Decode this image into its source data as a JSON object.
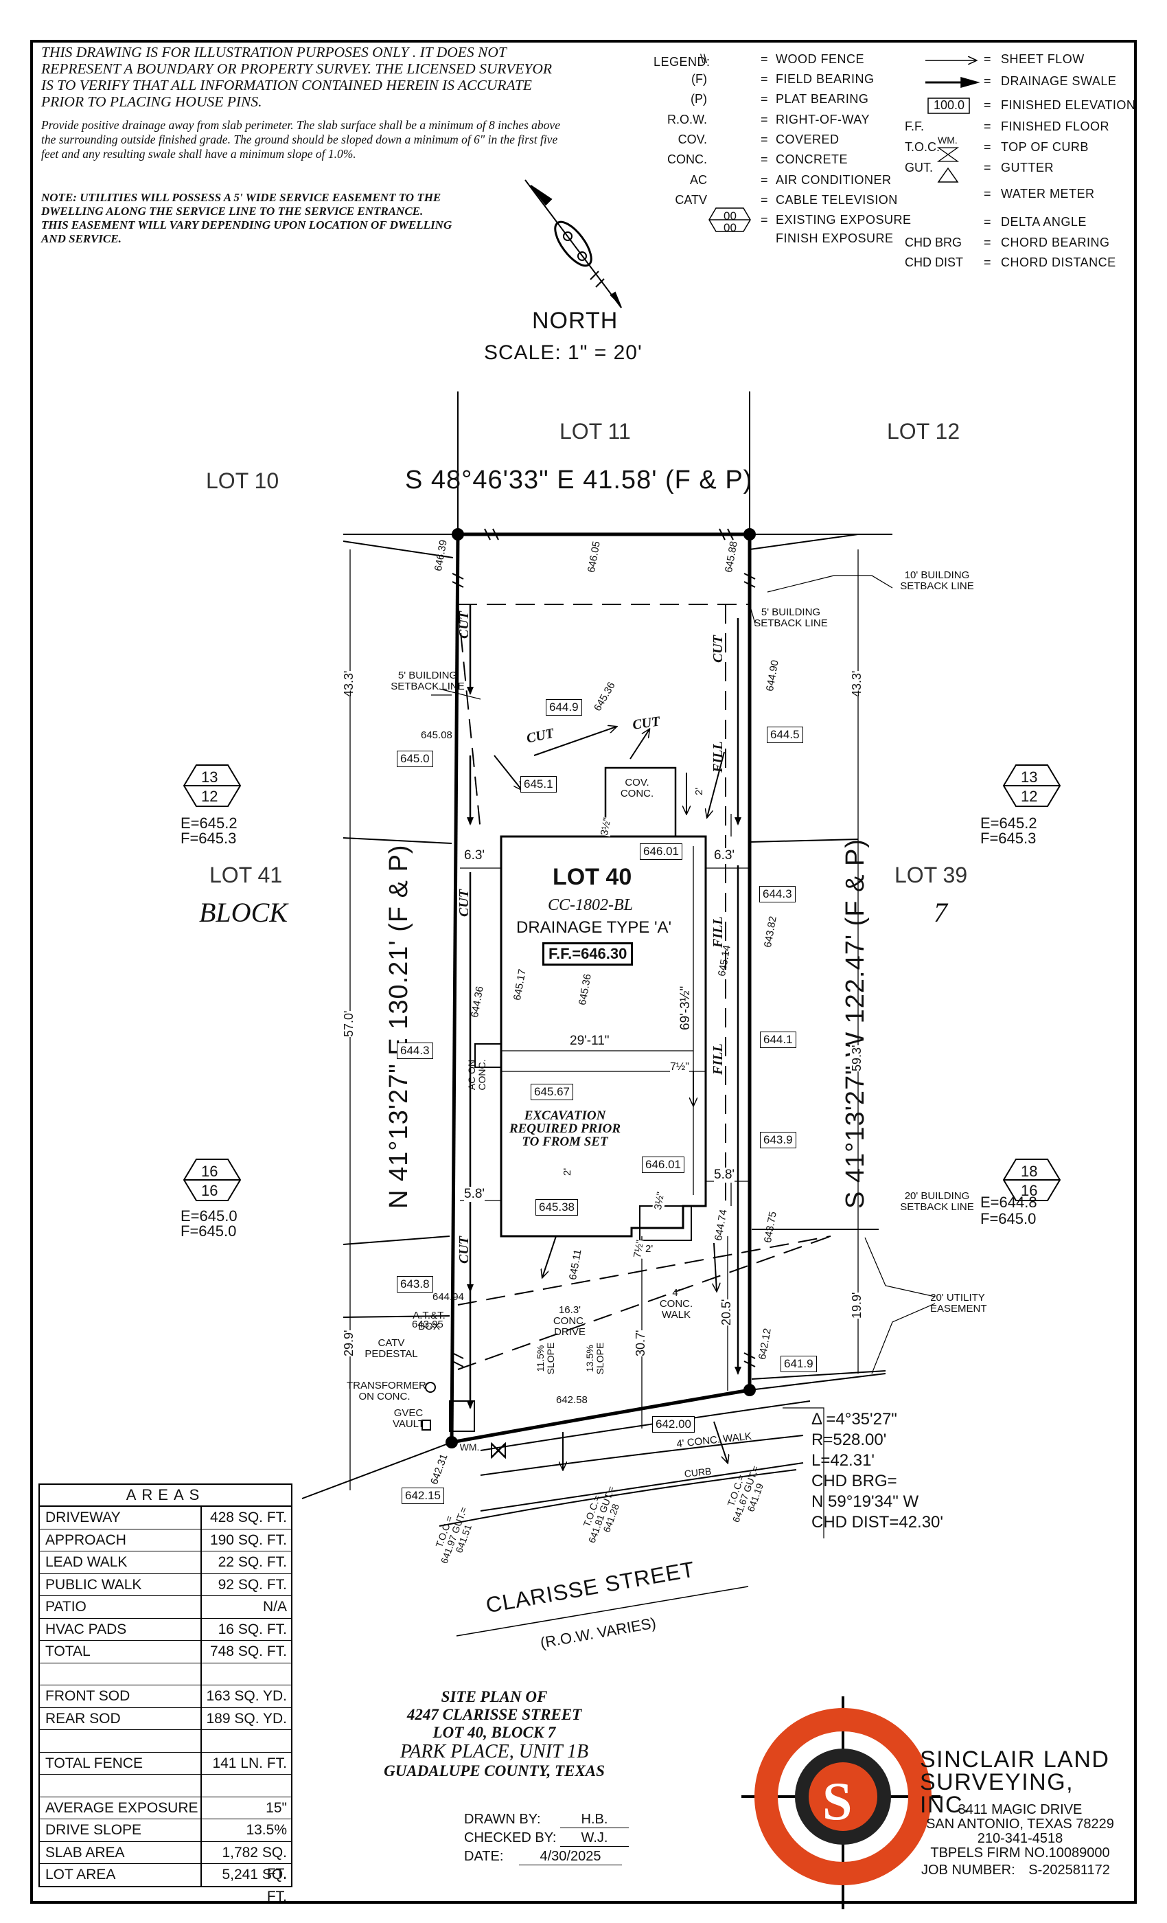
{
  "notes": {
    "disclaimer": "THIS DRAWING IS FOR ILLUSTRATION PURPOSES ONLY . IT DOES NOT REPRESENT A BOUNDARY OR PROPERTY SURVEY. THE LICENSED SURVEYOR IS TO VERIFY THAT ALL INFORMATION CONTAINED HEREIN IS ACCURATE PRIOR TO PLACING HOUSE PINS.",
    "drainage": "Provide positive drainage away from slab perimeter. The slab surface shall be a minimum of 8 inches above the surrounding outside finished grade. The ground should be sloped down a minimum of 6\" in the first five feet and any resulting swale shall have a minimum slope of 1.0%.",
    "utility": "NOTE: UTILITIES WILL POSSESS A 5' WIDE SERVICE EASEMENT TO THE DWELLING ALONG THE SERVICE LINE TO THE SERVICE ENTRANCE. THIS EASEMENT WILL VARY DEPENDING UPON LOCATION OF DWELLING AND SERVICE."
  },
  "legend": {
    "title": "LEGEND:",
    "left": [
      {
        "key": "\\\\",
        "desc": "WOOD FENCE"
      },
      {
        "key": "(F)",
        "desc": "FIELD BEARING"
      },
      {
        "key": "(P)",
        "desc": "PLAT BEARING"
      },
      {
        "key": "R.O.W.",
        "desc": "RIGHT-OF-WAY"
      },
      {
        "key": "COV.",
        "desc": "COVERED"
      },
      {
        "key": "CONC.",
        "desc": "CONCRETE"
      },
      {
        "key": "AC",
        "desc": "AIR CONDITIONER"
      },
      {
        "key": "CATV",
        "desc": "CABLE TELEVISION"
      }
    ],
    "exposure_top": "00",
    "exposure_bottom": "00",
    "exposure_desc1": "EXISTING EXPOSURE",
    "exposure_desc2": "FINISH EXPOSURE",
    "right": [
      {
        "key": "",
        "desc": "SHEET FLOW"
      },
      {
        "key": "",
        "desc": "DRAINAGE SWALE"
      },
      {
        "key": "100.0",
        "desc": "FINISHED ELEVATION"
      },
      {
        "key": "F.F.",
        "desc": "FINISHED FLOOR"
      },
      {
        "key": "T.O.C.",
        "desc": "TOP OF CURB"
      },
      {
        "key": "GUT.",
        "desc": "GUTTER"
      },
      {
        "key": "WM.",
        "desc": "WATER METER"
      },
      {
        "key": "",
        "desc": "DELTA ANGLE"
      },
      {
        "key": "CHD BRG",
        "desc": "CHORD BEARING"
      },
      {
        "key": "CHD DIST",
        "desc": "CHORD DISTANCE"
      }
    ]
  },
  "north": {
    "label": "NORTH",
    "scale": "SCALE:  1\"  =  20'"
  },
  "lots": {
    "lot10": "LOT 10",
    "lot11": "LOT 11",
    "lot12": "LOT 12",
    "lot41": "LOT 41",
    "lot39": "LOT 39",
    "block": "BLOCK",
    "block_num": "7"
  },
  "bearings": {
    "top": "S 48°46'33\" E 41.58' (F & P)",
    "left": "N 41°13'27\" E 130.21' (F & P)",
    "right": "S 41°13'27\" W 122.47' (F & P)"
  },
  "house": {
    "lot": "LOT 40",
    "plan": "CC-1802-BL",
    "drainage": "DRAINAGE TYPE 'A'",
    "ff": "F.F.=646.30",
    "excavation": "EXCAVATION REQUIRED PRIOR TO FROM SET",
    "width": "29'-11\"",
    "depth": "69'-3½\""
  },
  "exposures": {
    "left_upper": {
      "top": "13",
      "bottom": "12",
      "e": "E=645.2",
      "f": "F=645.3"
    },
    "right_upper": {
      "top": "13",
      "bottom": "12",
      "e": "E=645.2",
      "f": "F=645.3"
    },
    "left_lower": {
      "top": "16",
      "bottom": "16",
      "e": "E=645.0",
      "f": "F=645.0"
    },
    "right_lower": {
      "top": "18",
      "bottom": "16",
      "e": "E=644.8",
      "f": "F=645.0"
    }
  },
  "boxed_elevations": {
    "e1": "644.9",
    "e2": "645.0",
    "e3": "645.1",
    "e4": "644.5",
    "e5": "646.01",
    "e6": "644.3",
    "e7": "644.3",
    "e8": "645.67",
    "e9": "644.1",
    "e10": "643.9",
    "e11": "646.01",
    "e12": "645.38",
    "e13": "643.8",
    "e14": "641.9",
    "e15": "642.00",
    "e16": "642.15"
  },
  "spot_elevations": {
    "s1": "646.39",
    "s2": "646.05",
    "s3": "645.88",
    "s4": "645.36",
    "s5": "645.08",
    "s6": "644.90",
    "s7": "644.36",
    "s8": "645.17",
    "s9": "645.36",
    "s10": "645.14",
    "s11": "643.82",
    "s12": "644.74",
    "s13": "643.75",
    "s14": "645.11",
    "s15": "643.95",
    "s16": "644.94",
    "s17": "642.12",
    "s18": "642.58",
    "s19": "642.31"
  },
  "dims": {
    "d_433_left": "43.3'",
    "d_433_right": "43.3'",
    "d_570": "57.0'",
    "d_593": "59.3'",
    "d_299": "29.9'",
    "d_199": "19.9'",
    "d_307": "30.7'",
    "d_205": "20.5'",
    "d_63_left": "6.3'",
    "d_63_right": "6.3'",
    "d_58_left": "5.8'",
    "d_58_right": "5.8'",
    "d_2a": "2'",
    "d_2b": "2'",
    "d_2c": "2'",
    "d_35a": "3½\"",
    "d_35b": "3½\"",
    "d_75a": "7½\"",
    "d_75b": "7½\""
  },
  "labels": {
    "setback10": "10' BUILDING SETBACK LINE",
    "setback5_r": "5' BUILDING SETBACK LINE",
    "setback5_l": "5' BUILDING SETBACK LINE",
    "setback20": "20' BUILDING SETBACK LINE",
    "easement20": "20' UTILITY EASEMENT",
    "cut": "CUT",
    "fill": "FILL",
    "cov_conc": "COV. CONC.",
    "ac_conc": "AC ON CONC.",
    "drive": "16.3' CONC. DRIVE",
    "slope1": "11.5% SLOPE",
    "slope2": "13.5% SLOPE",
    "walk4": "4' CONC. WALK",
    "walk4b": "4' CONC. WALK",
    "curb": "CURB",
    "att": "A.T.&T. BOX",
    "catv": "CATV PEDESTAL",
    "transformer": "TRANSFORMER ON CONC.",
    "gvec": "GVEC VAULT",
    "wm": "WM.",
    "toc1": "T.O.C.= 641.97 GUT.= 641.51",
    "toc2": "T.O.C.= 641.81 GUT.= 641.28",
    "toc3": "T.O.C.= 641.67 GUT.= 641.19"
  },
  "curve": {
    "delta": "Δ =4°35'27\"",
    "radius": "R=528.00'",
    "length": "L=42.31'",
    "chd_brg_label": "CHD BRG=",
    "chd_brg": "N  59°19'34\"  W",
    "chd_dist": "CHD DIST=42.30'"
  },
  "street": {
    "name": "CLARISSE STREET",
    "row": "(R.O.W. VARIES)"
  },
  "areas": {
    "title": "AREAS",
    "rows": [
      {
        "k": "DRIVEWAY",
        "v": "428 SQ. FT."
      },
      {
        "k": "APPROACH",
        "v": "190 SQ. FT."
      },
      {
        "k": "LEAD WALK",
        "v": "22 SQ. FT."
      },
      {
        "k": "PUBLIC WALK",
        "v": "92 SQ. FT."
      },
      {
        "k": "PATIO",
        "v": "N/A"
      },
      {
        "k": "HVAC PADS",
        "v": "16 SQ. FT."
      },
      {
        "k": "TOTAL",
        "v": "748 SQ. FT."
      },
      {
        "k": "",
        "v": ""
      },
      {
        "k": "FRONT SOD",
        "v": "163 SQ. YD."
      },
      {
        "k": "REAR SOD",
        "v": "189 SQ. YD."
      },
      {
        "k": "",
        "v": ""
      },
      {
        "k": "TOTAL FENCE",
        "v": "141 LN. FT."
      },
      {
        "k": "",
        "v": ""
      },
      {
        "k": "AVERAGE EXPOSURE",
        "v": "15\""
      },
      {
        "k": "DRIVE SLOPE",
        "v": "13.5%"
      },
      {
        "k": "SLAB AREA",
        "v": "1,782 SQ. FT."
      },
      {
        "k": "LOT AREA",
        "v": "5,241 SQ. FT."
      }
    ]
  },
  "title_block": {
    "l1": "SITE PLAN OF",
    "l2": "4247 CLARISSE STREET",
    "l3": "LOT 40, BLOCK 7",
    "l4": "PARK PLACE, UNIT 1B",
    "l5": "GUADALUPE COUNTY, TEXAS",
    "drawn_label": "DRAWN BY:",
    "drawn": "H.B.",
    "checked_label": "CHECKED BY:",
    "checked": "W.J.",
    "date_label": "DATE:",
    "date": "4/30/2025"
  },
  "company": {
    "name1": "SINCLAIR LAND",
    "name2": "SURVEYING, INC.",
    "addr1": "3411 MAGIC DRIVE",
    "addr2": "SAN ANTONIO, TEXAS 78229",
    "phone": "210-341-4518",
    "firm": "TBPELS FIRM NO.10089000",
    "job_label": "JOB NUMBER:",
    "job": "S-202581172",
    "logo_letter": "S",
    "colors": {
      "logo_orange": "#e0461c",
      "logo_dark": "#222222"
    }
  }
}
